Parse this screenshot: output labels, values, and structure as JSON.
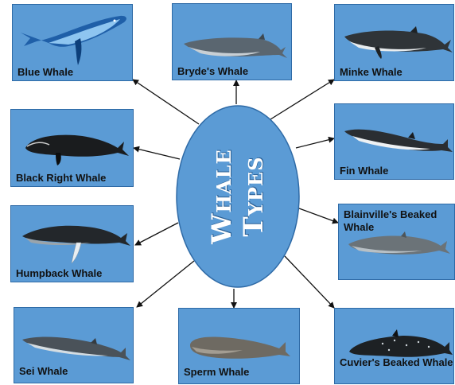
{
  "diagram": {
    "center": {
      "line1": "Whale",
      "line2": "Types",
      "color": "#5b9bd5"
    },
    "cards": [
      {
        "id": "blue",
        "label": "Blue Whale"
      },
      {
        "id": "bryde",
        "label": "Bryde's Whale"
      },
      {
        "id": "minke",
        "label": "Minke Whale"
      },
      {
        "id": "black-right",
        "label": "Black Right Whale"
      },
      {
        "id": "fin",
        "label": "Fin Whale"
      },
      {
        "id": "humpback",
        "label": "Humpback Whale"
      },
      {
        "id": "blainville",
        "label": "Blainville's Beaked Whale"
      },
      {
        "id": "sei",
        "label": "Sei Whale"
      },
      {
        "id": "sperm",
        "label": "Sperm Whale"
      },
      {
        "id": "cuvier",
        "label": "Cuvier's Beaked Whale"
      }
    ],
    "card_color": "#5b9bd5"
  }
}
